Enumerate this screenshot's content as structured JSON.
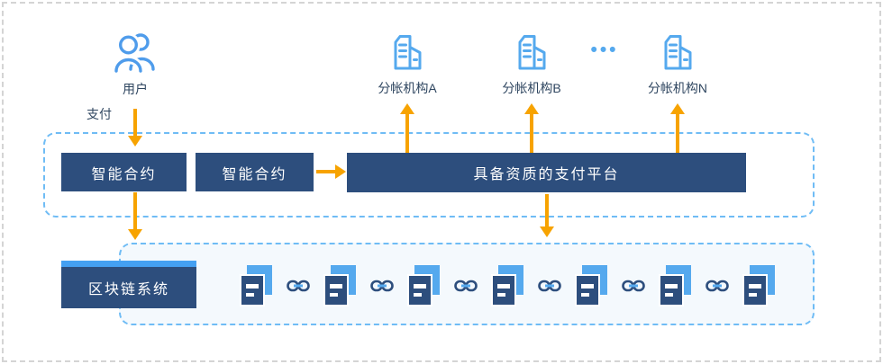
{
  "diagram": {
    "user": {
      "label": "用户"
    },
    "payment_flow_label": "支付",
    "institutions": [
      {
        "label": "分帐机构A"
      },
      {
        "label": "分帐机构B"
      },
      {
        "label": "分帐机构N"
      }
    ],
    "institutions_ellipsis": "•••",
    "contract_layer": {
      "smart_contract_left": "智能合约",
      "smart_contract_right": "智能合约",
      "payment_platform": "具备资质的支付平台"
    },
    "blockchain_layer": {
      "label": "区块链系统",
      "block_count": 7,
      "link_count": 6
    },
    "colors": {
      "navy": "#2d4e7d",
      "icon_blue": "#55a9ee",
      "strip_blue": "#44a0f2",
      "dash_blue": "#6fbcf5",
      "arrow_orange": "#f7a300",
      "label_text": "#2f4660",
      "bottom_panel_bg": "#f4f9fd",
      "outer_border": "#d4d4d4"
    }
  }
}
